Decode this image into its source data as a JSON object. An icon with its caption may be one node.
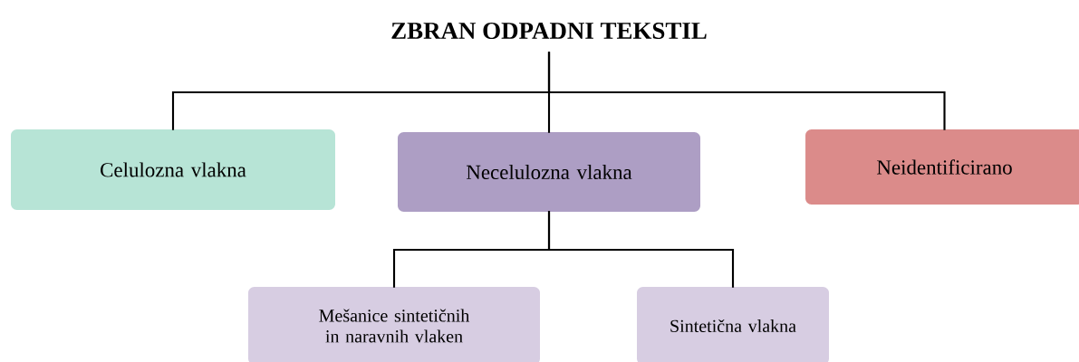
{
  "diagram": {
    "nodes": [
      {
        "text": [
          "ZBRAN ODPADNI TEKSTIL"
        ]
      },
      {
        "text": [
          "Celulozna vlakna"
        ]
      },
      {
        "text": [
          "Necelulozna vlakna"
        ]
      },
      {
        "text": [
          "Neidentificirano"
        ]
      },
      {
        "text": [
          "Mešanice sintetičnih in naravnih vlaken"
        ]
      },
      {
        "text": [
          "Sintetična vlakna"
        ]
      }
    ],
    "edges": [
      {
        "from": 0,
        "to": 1,
        "arrow": "none"
      },
      {
        "from": 0,
        "to": 2,
        "arrow": "none"
      },
      {
        "from": 0,
        "to": 3,
        "arrow": "none"
      },
      {
        "from": 2,
        "to": 4,
        "arrow": "none"
      },
      {
        "from": 2,
        "to": 5,
        "arrow": "none"
      }
    ]
  }
}
